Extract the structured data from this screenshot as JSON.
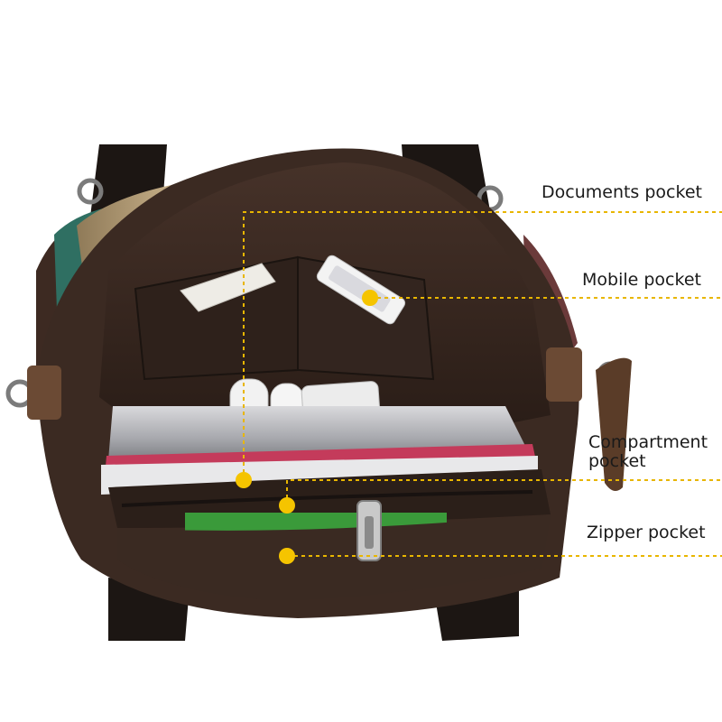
{
  "callouts": {
    "documents": "Documents pocket",
    "mobile": "Mobile pocket",
    "compartment_line1": "Compartment",
    "compartment_line2": "pocket",
    "zipper": "Zipper pocket"
  },
  "colors": {
    "callout_line": "#e8b600",
    "marker": "#f5c400",
    "bag_body": "#3b2a22",
    "bag_lining": "#2d201a",
    "canvas_tan": "#b9a17a",
    "canvas_teal": "#2f6f62"
  }
}
